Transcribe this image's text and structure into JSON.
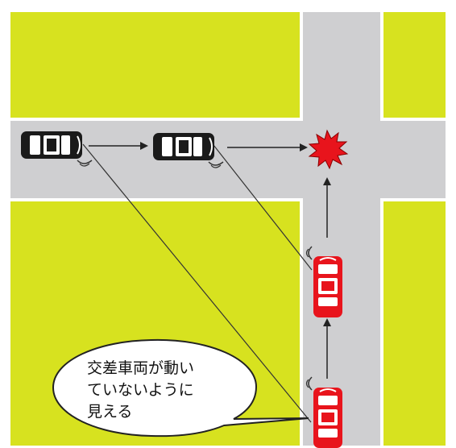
{
  "scene": {
    "colors": {
      "field": "#d7e21f",
      "road": "#cfcfd1",
      "frame": "#ffffff",
      "crossing_car": "#1a1a1a",
      "own_car": "#e8141c",
      "collision": "#e8141c",
      "arrow": "#222222"
    },
    "crossing_vehicle": {
      "name": "crossing-car",
      "direction": "right",
      "positions": 2
    },
    "own_vehicle": {
      "name": "own-car",
      "direction": "up",
      "positions": 2
    },
    "collision_icon": "collision-burst-icon",
    "callout": {
      "text": "交差車両が動い\nていないように\n見える"
    }
  }
}
